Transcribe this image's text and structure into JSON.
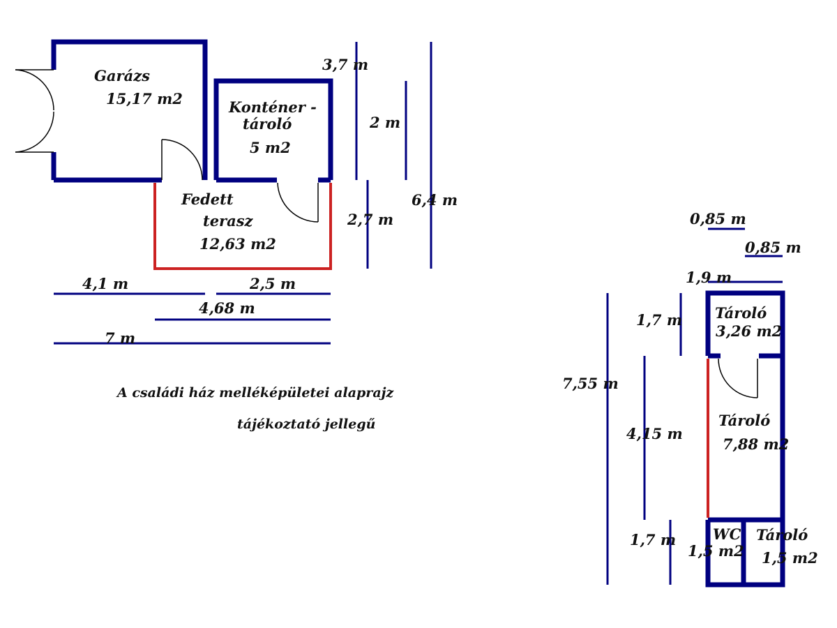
{
  "colors": {
    "wall": "#000080",
    "open_side": "#cc2222",
    "text": "#111111"
  },
  "rooms": {
    "garage": {
      "name": "Garázs",
      "area": "15,17 m2"
    },
    "container": {
      "name_line1": "Konténer -",
      "name_line2": "tároló",
      "area": "5 m2"
    },
    "terrace": {
      "name_line1": "Fedett",
      "name_line2": "terasz",
      "area": "12,63 m2"
    },
    "storage_top": {
      "name": "Tároló",
      "area": "3,26 m2"
    },
    "storage_mid": {
      "name": "Tároló",
      "area": "7,88 m2"
    },
    "wc": {
      "name": "WC",
      "area": "1,5 m2"
    },
    "storage_small": {
      "name": "Tároló",
      "area": "1,5 m2"
    }
  },
  "dimensions": {
    "d_3_7": "3,7 m",
    "d_2": "2 m",
    "d_6_4": "6,4 m",
    "d_2_7": "2,7 m",
    "d_4_1": "4,1 m",
    "d_2_5": "2,5 m",
    "d_4_68": "4,68 m",
    "d_7": "7 m",
    "d_0_85_a": "0,85 m",
    "d_0_85_b": "0,85 m",
    "d_1_9": "1,9 m",
    "d_1_7_top": "1,7 m",
    "d_7_55": "7,55 m",
    "d_4_15": "4,15 m",
    "d_1_7_bottom": "1,7 m"
  },
  "caption": {
    "line1": "A családi ház melléképületei alaprajz",
    "line2": "tájékoztató jellegű"
  }
}
